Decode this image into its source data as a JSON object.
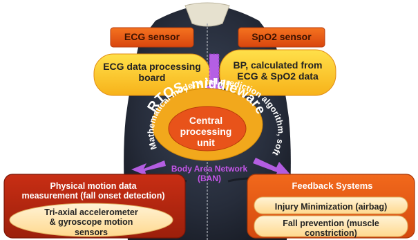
{
  "sensors": {
    "ecg_title": "ECG sensor",
    "spo2_title": "SpO2 sensor",
    "ecg_board": "ECG data processing board",
    "bp_line1": "BP, calculated from",
    "bp_line2": "ECG & SpO2 data"
  },
  "core": {
    "outer_ring_text": "Mathematical model + fall prediction algorithm, software",
    "middle_ring_text": "RTOS, middleware",
    "cpu_line1": "Central",
    "cpu_line2": "processing",
    "cpu_line3": "unit"
  },
  "network": {
    "ban_line1": "Body Area Network",
    "ban_line2": "(BAN)"
  },
  "motion": {
    "title_line1": "Physical motion data",
    "title_line2": "measurement (fall onset detection)",
    "sensor_line1": "Tri-axial accelerometer",
    "sensor_line2": "& gyroscope motion",
    "sensor_line3": "sensors"
  },
  "feedback": {
    "title": "Feedback Systems",
    "injury": "Injury Minimization (airbag)",
    "fall_prevention_line1": "Fall prevention (muscle",
    "fall_prevention_line2": "constriction)"
  },
  "colors": {
    "orange_dark": "#e8531a",
    "orange_light": "#fbb03b",
    "yellow": "#ffd21f",
    "red_box": "#c0250f",
    "cream": "#ffe6b4",
    "purple": "#cc66ff",
    "vest": "#2a3142"
  }
}
